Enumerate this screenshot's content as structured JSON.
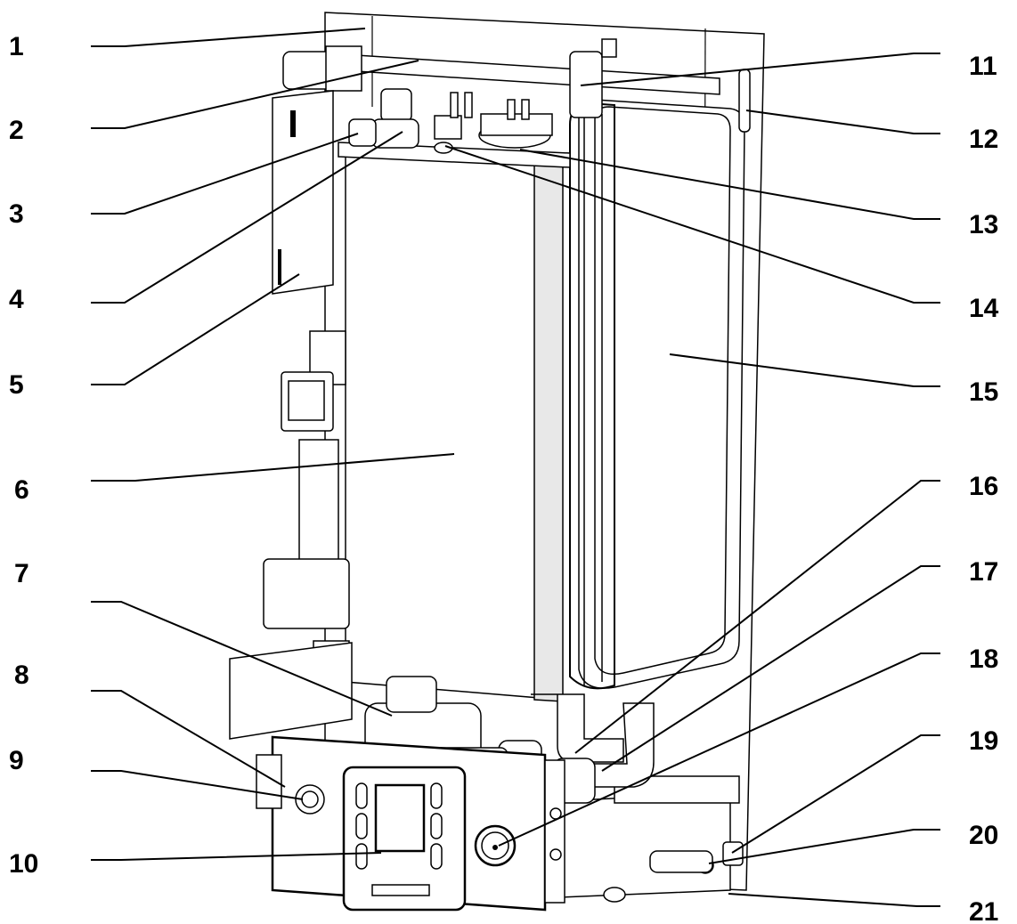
{
  "diagram": {
    "callouts_left": [
      {
        "id": 1,
        "label": "1"
      },
      {
        "id": 2,
        "label": "2"
      },
      {
        "id": 3,
        "label": "3"
      },
      {
        "id": 4,
        "label": "4"
      },
      {
        "id": 5,
        "label": "5"
      },
      {
        "id": 6,
        "label": "6"
      },
      {
        "id": 7,
        "label": "7"
      },
      {
        "id": 8,
        "label": "8"
      },
      {
        "id": 9,
        "label": "9"
      },
      {
        "id": 10,
        "label": "10"
      }
    ],
    "callouts_right": [
      {
        "id": 11,
        "label": "11"
      },
      {
        "id": 12,
        "label": "12"
      },
      {
        "id": 13,
        "label": "13"
      },
      {
        "id": 14,
        "label": "14"
      },
      {
        "id": 15,
        "label": "15"
      },
      {
        "id": 16,
        "label": "16"
      },
      {
        "id": 17,
        "label": "17"
      },
      {
        "id": 18,
        "label": "18"
      },
      {
        "id": 19,
        "label": "19"
      },
      {
        "id": 20,
        "label": "20"
      },
      {
        "id": 21,
        "label": "21"
      }
    ]
  }
}
